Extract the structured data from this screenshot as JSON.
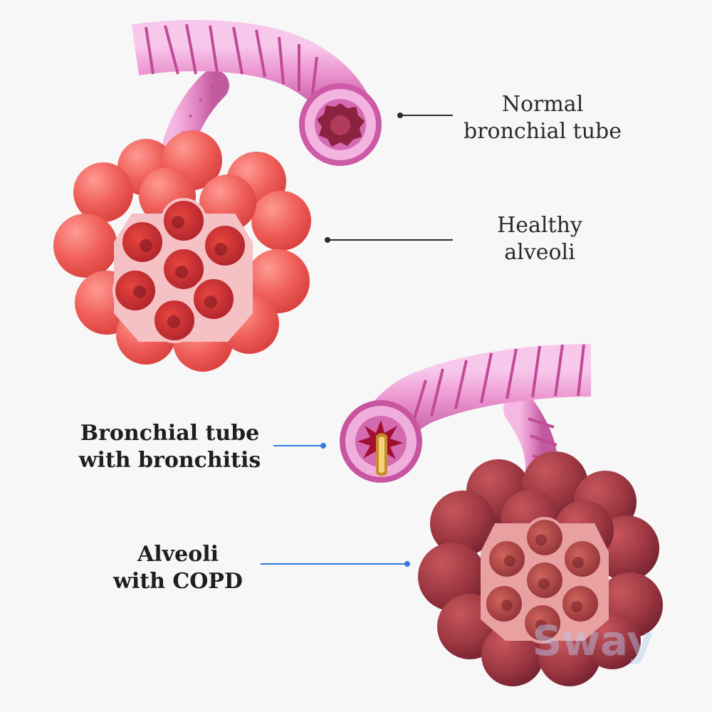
{
  "labels": {
    "normal_bronchial_tube": [
      "Normal",
      "bronchial tube"
    ],
    "healthy_alveoli": [
      "Healthy",
      "alveoli"
    ],
    "bronchitis_tube": [
      "Bronchial tube",
      "with bronchitis"
    ],
    "copd_alveoli": [
      "Alveoli",
      "with COPD"
    ]
  },
  "watermark": "Sway",
  "colors": {
    "background": "#f7f7f7",
    "tube_pink": "#f0a8d8",
    "tube_stripe": "#c04a98",
    "healthy_alveoli": "#ee5a56",
    "copd_alveoli": "#9b3640",
    "leader_top": "#2a2a2a",
    "leader_bottom": "#2f7be0"
  }
}
